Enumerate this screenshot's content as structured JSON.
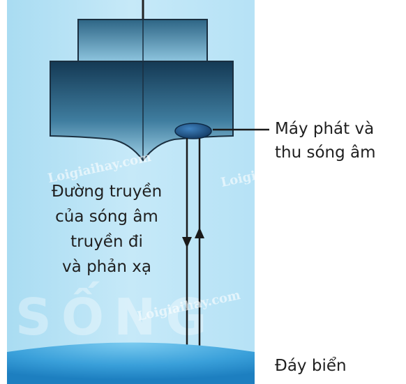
{
  "labels": {
    "transceiver_line1": "Máy phát và",
    "transceiver_line2": "thu sóng âm",
    "path_line1": "Đường truyền",
    "path_line2": "của sóng âm",
    "path_line3": "truyền đi",
    "path_line4": "và phản xạ",
    "seabed": "Đáy biển"
  },
  "watermarks": {
    "site_1": "Loigiaihay.com",
    "site_2": "Loigiaihay.com",
    "site_3": "Loigiaihay.com",
    "background_word": "SỐNG"
  },
  "colors": {
    "water_light": "#bfe6f7",
    "water_mid": "#a8dcf3",
    "hull_dark": "#143a55",
    "hull_light": "#8fc3dd",
    "seabed_dark": "#1f86c6",
    "seabed_light": "#6cc3ee",
    "transceiver": "#1b4a7a",
    "line": "#1a1a1a"
  }
}
